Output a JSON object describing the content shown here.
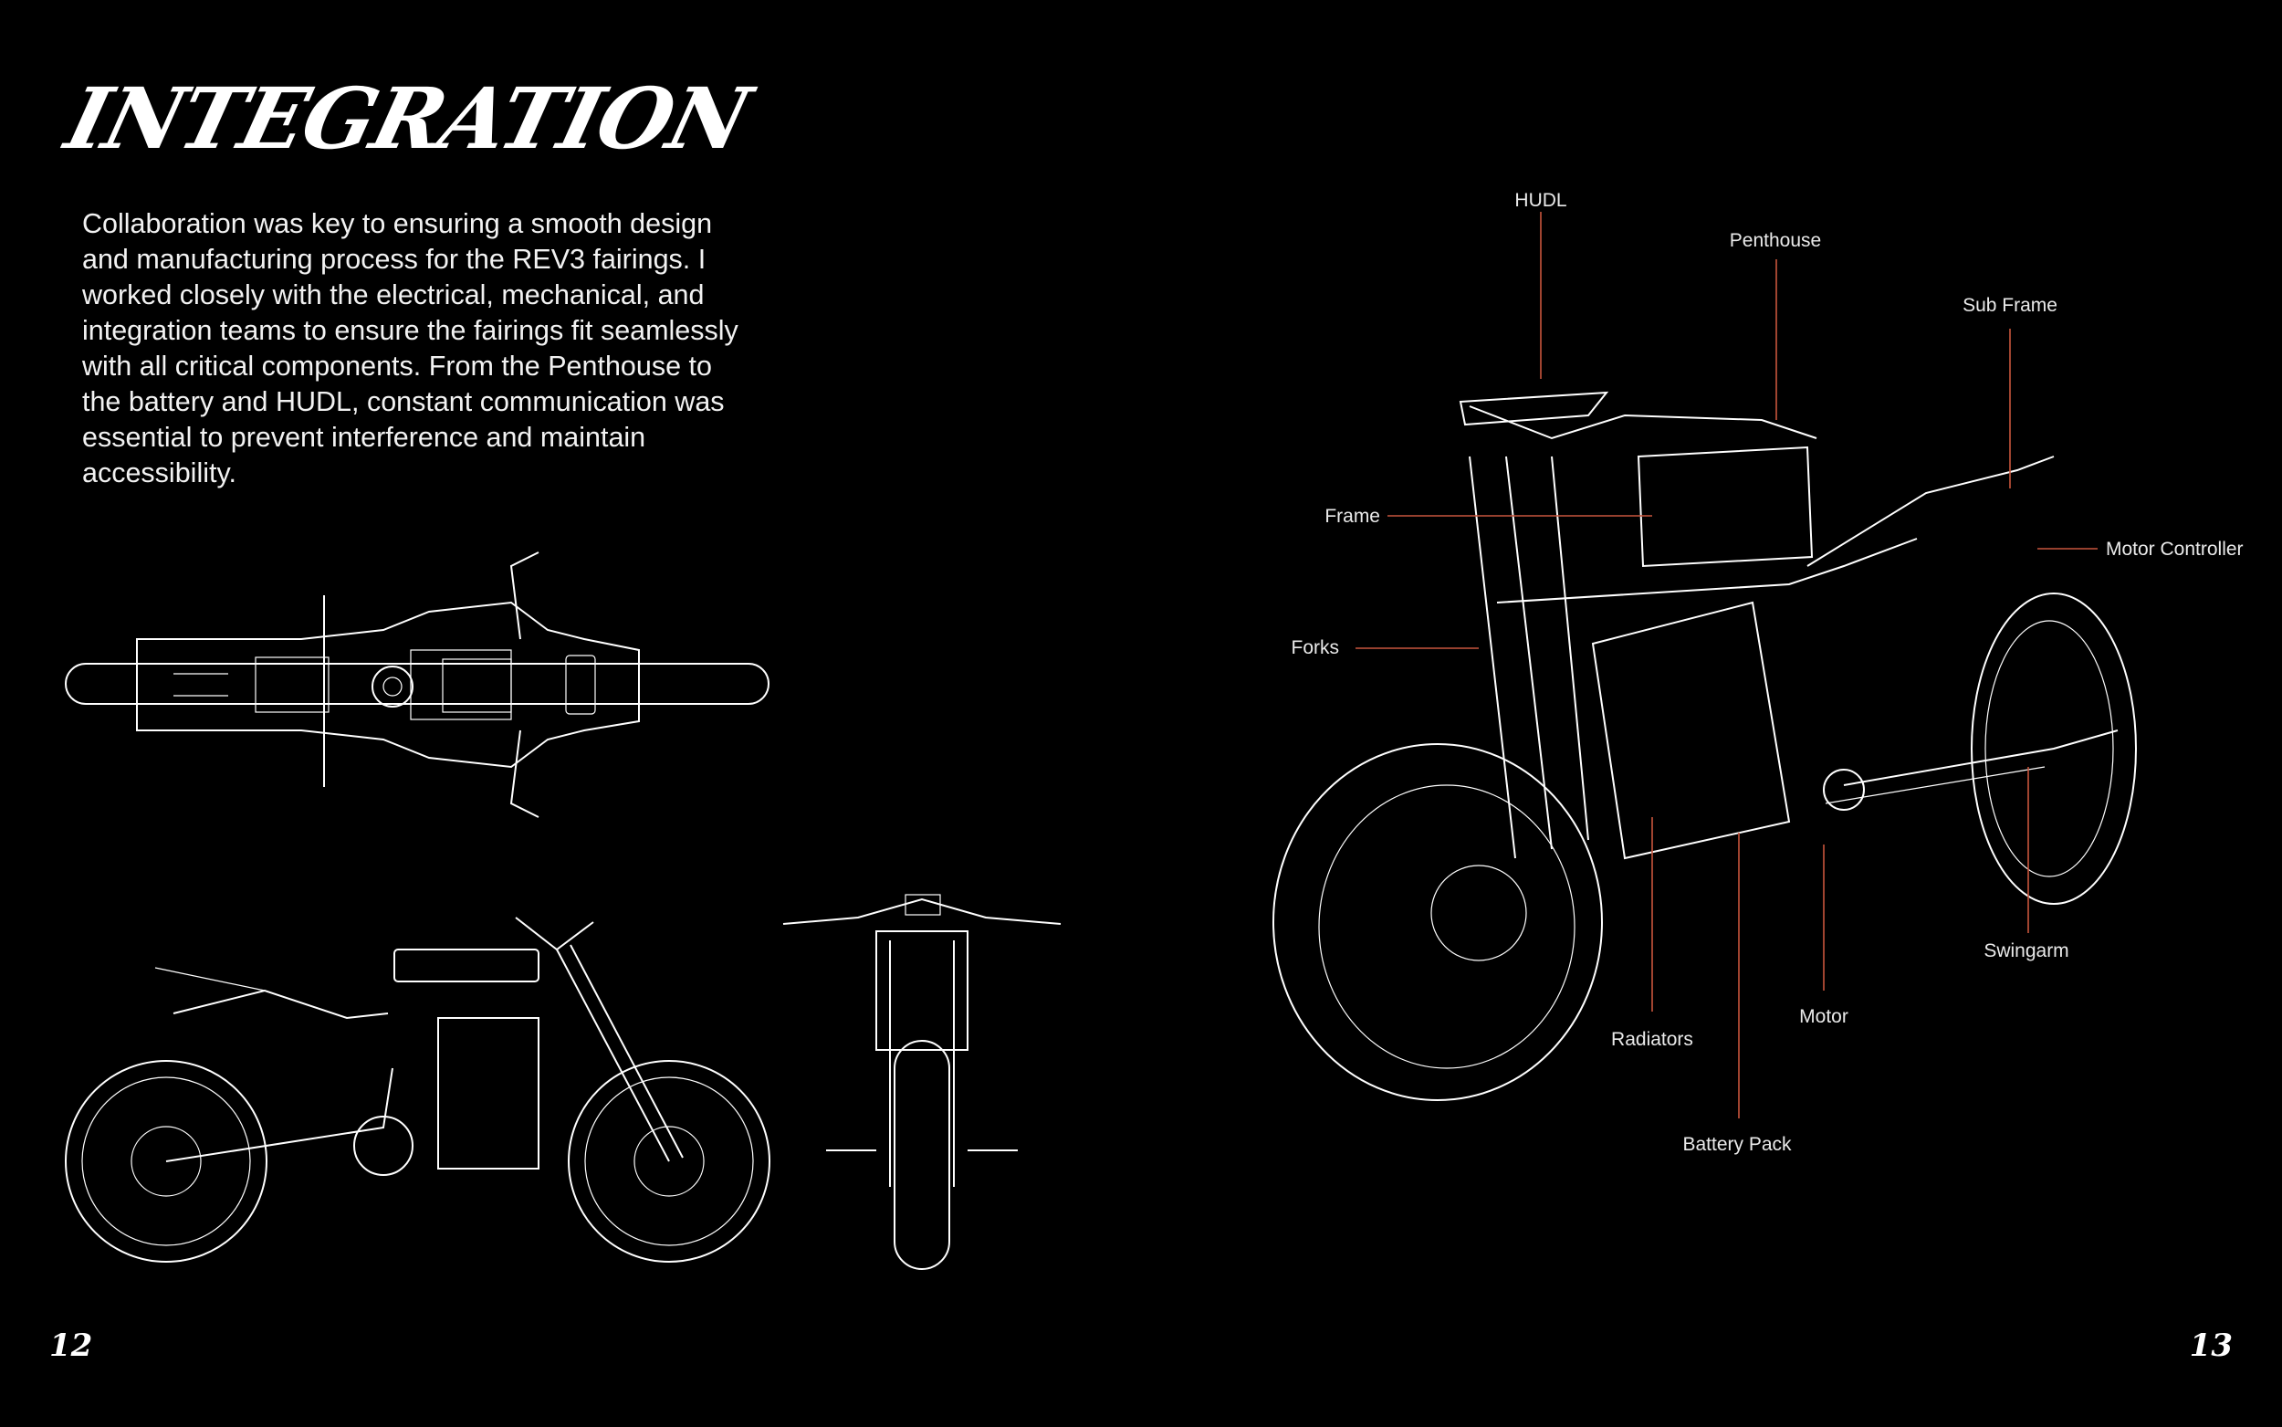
{
  "title": "INTEGRATION",
  "intro": "Collaboration was key to ensuring a smooth design and manufacturing process for the REV3 fairings. I worked closely with the electrical, mechanical, and integration teams to ensure the fairings fit seamlessly with all critical components. From the Penthouse to the battery and HUDL, constant communication was essential to prevent interference and maintain accessibility.",
  "pages": {
    "left": "12",
    "right": "13"
  },
  "callouts": {
    "hudl": "HUDL",
    "penthouse": "Penthouse",
    "sub_frame": "Sub Frame",
    "frame": "Frame",
    "motor_controller": "Motor Controller",
    "forks": "Forks",
    "swingarm": "Swingarm",
    "radiators": "Radiators",
    "motor": "Motor",
    "battery_pack": "Battery Pack"
  },
  "colors": {
    "background": "#000000",
    "text": "#ffffff",
    "leader": "#c8553d"
  }
}
